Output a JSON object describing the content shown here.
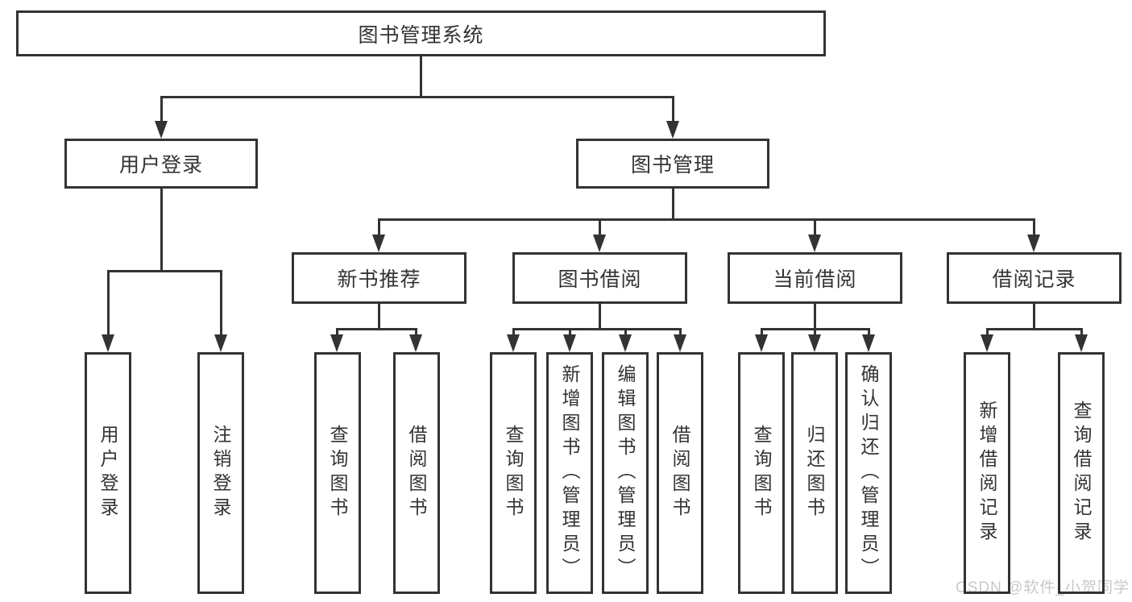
{
  "diagram": {
    "type": "hierarchy-diagram",
    "colors": {
      "stroke": "#333333",
      "background": "#ffffff",
      "watermark": "#c9c9c9"
    },
    "watermark": "CSDN @软件_小贺同学",
    "tree": {
      "root": {
        "label": "图书管理系统"
      },
      "children": [
        {
          "label": "用户登录",
          "leaves": [
            {
              "label": "用户登录"
            },
            {
              "label": "注销登录"
            }
          ]
        },
        {
          "label": "图书管理",
          "children": [
            {
              "label": "新书推荐",
              "leaves": [
                {
                  "label": "查询图书"
                },
                {
                  "label": "借阅图书"
                }
              ]
            },
            {
              "label": "图书借阅",
              "leaves": [
                {
                  "label": "查询图书"
                },
                {
                  "label": "新增图书（管理员）"
                },
                {
                  "label": "编辑图书（管理员）"
                },
                {
                  "label": "借阅图书"
                }
              ]
            },
            {
              "label": "当前借阅",
              "leaves": [
                {
                  "label": "查询图书"
                },
                {
                  "label": "归还图书"
                },
                {
                  "label": "确认归还（管理员）"
                }
              ]
            },
            {
              "label": "借阅记录",
              "leaves": [
                {
                  "label": "新增借阅记录"
                },
                {
                  "label": "查询借阅记录"
                }
              ]
            }
          ]
        }
      ]
    }
  }
}
